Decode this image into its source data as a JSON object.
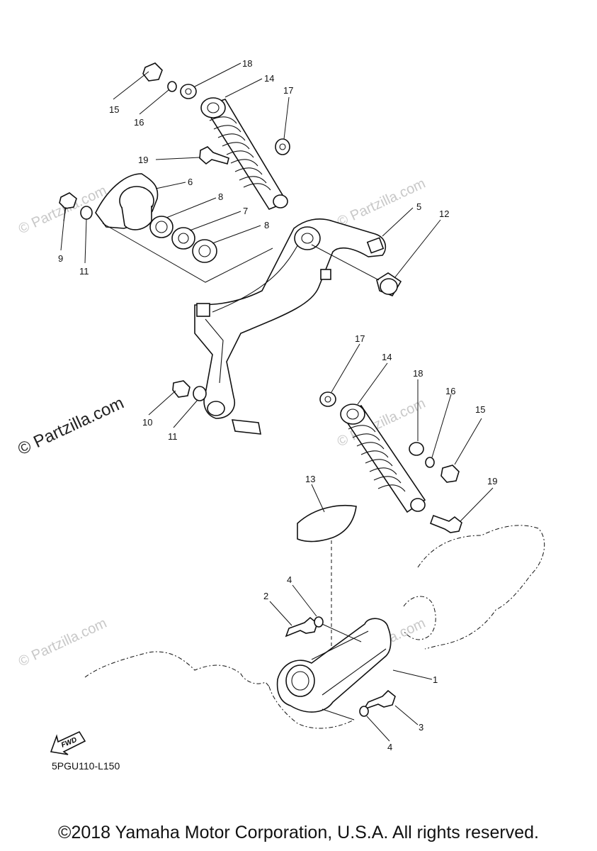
{
  "callouts": [
    "1",
    "2",
    "3",
    "4",
    "4",
    "5",
    "6",
    "7",
    "8",
    "8",
    "9",
    "10",
    "11",
    "11",
    "12",
    "13",
    "14",
    "14",
    "15",
    "15",
    "16",
    "16",
    "17",
    "17",
    "18",
    "18",
    "19",
    "19"
  ],
  "fwd_label": "FWD",
  "diagram_code": "5PGU110-L150",
  "watermark_small": "© Partzilla.com",
  "watermark_large": "© Partzilla.com",
  "copyright": "©2018 Yamaha Motor Corporation, U.S.A. All rights reserved."
}
